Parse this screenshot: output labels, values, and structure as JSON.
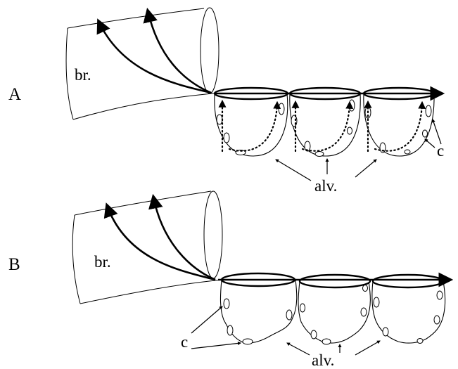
{
  "panels": [
    {
      "letter": "A",
      "bronchiole_label": "br.",
      "alveoli_label": "alv.",
      "cell_label": "c"
    },
    {
      "letter": "B",
      "bronchiole_label": "br.",
      "alveoli_label": "alv.",
      "cell_label": "c"
    }
  ]
}
